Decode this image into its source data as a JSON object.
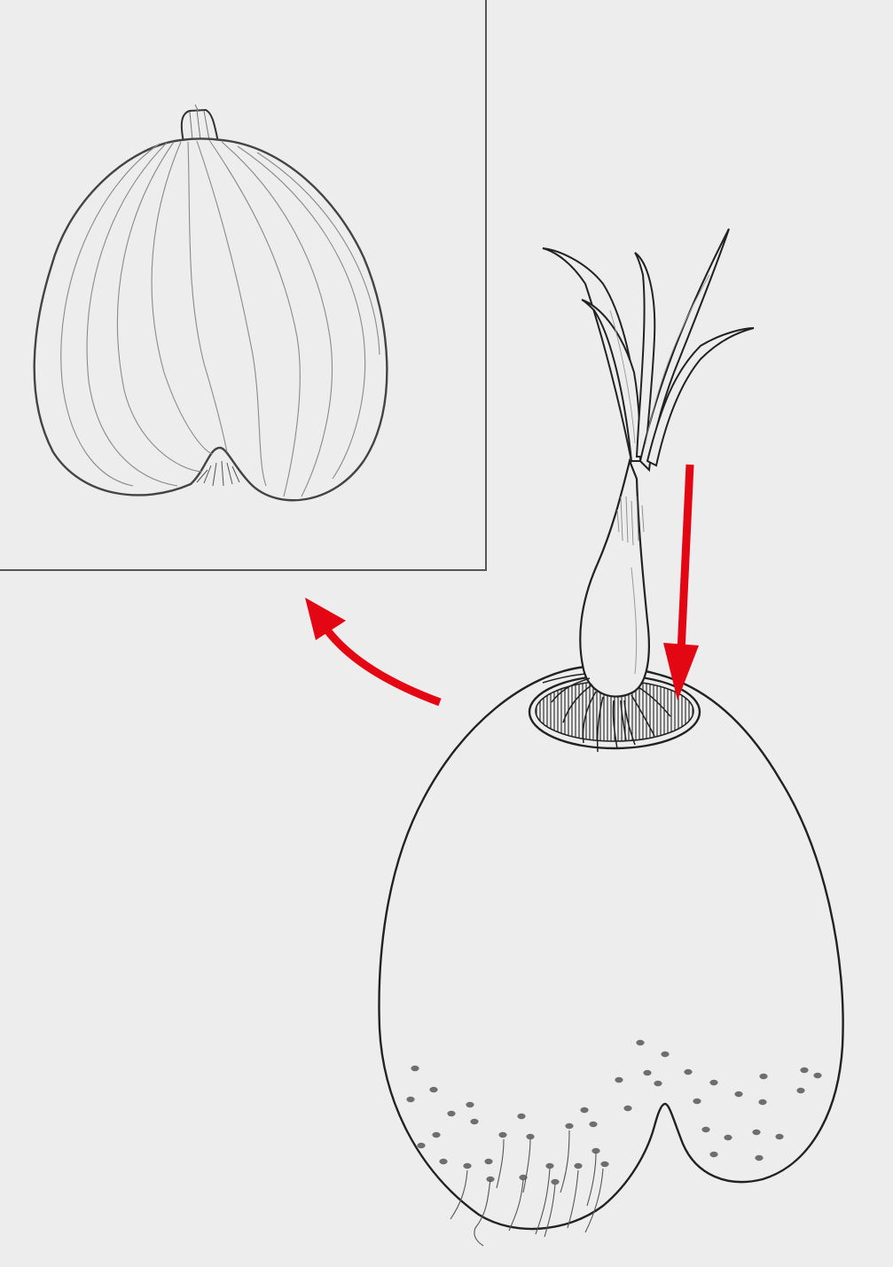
{
  "figure": {
    "background": "#ededed",
    "line_color": "#2a2a2a",
    "vein_color": "#8a8a8a",
    "arrow_color": "#e30613",
    "pore_color": "#6e6e6e"
  },
  "panels": {
    "inset": {
      "subject": "onion-bulb",
      "view": "whole"
    },
    "main": {
      "subject": "sprouting-bulb",
      "view": "cut-top-with-shoot"
    }
  },
  "annotations": {
    "arrows": [
      {
        "name": "arrow-to-inset",
        "direction": "up-left"
      },
      {
        "name": "arrow-to-cut",
        "direction": "down"
      }
    ]
  }
}
